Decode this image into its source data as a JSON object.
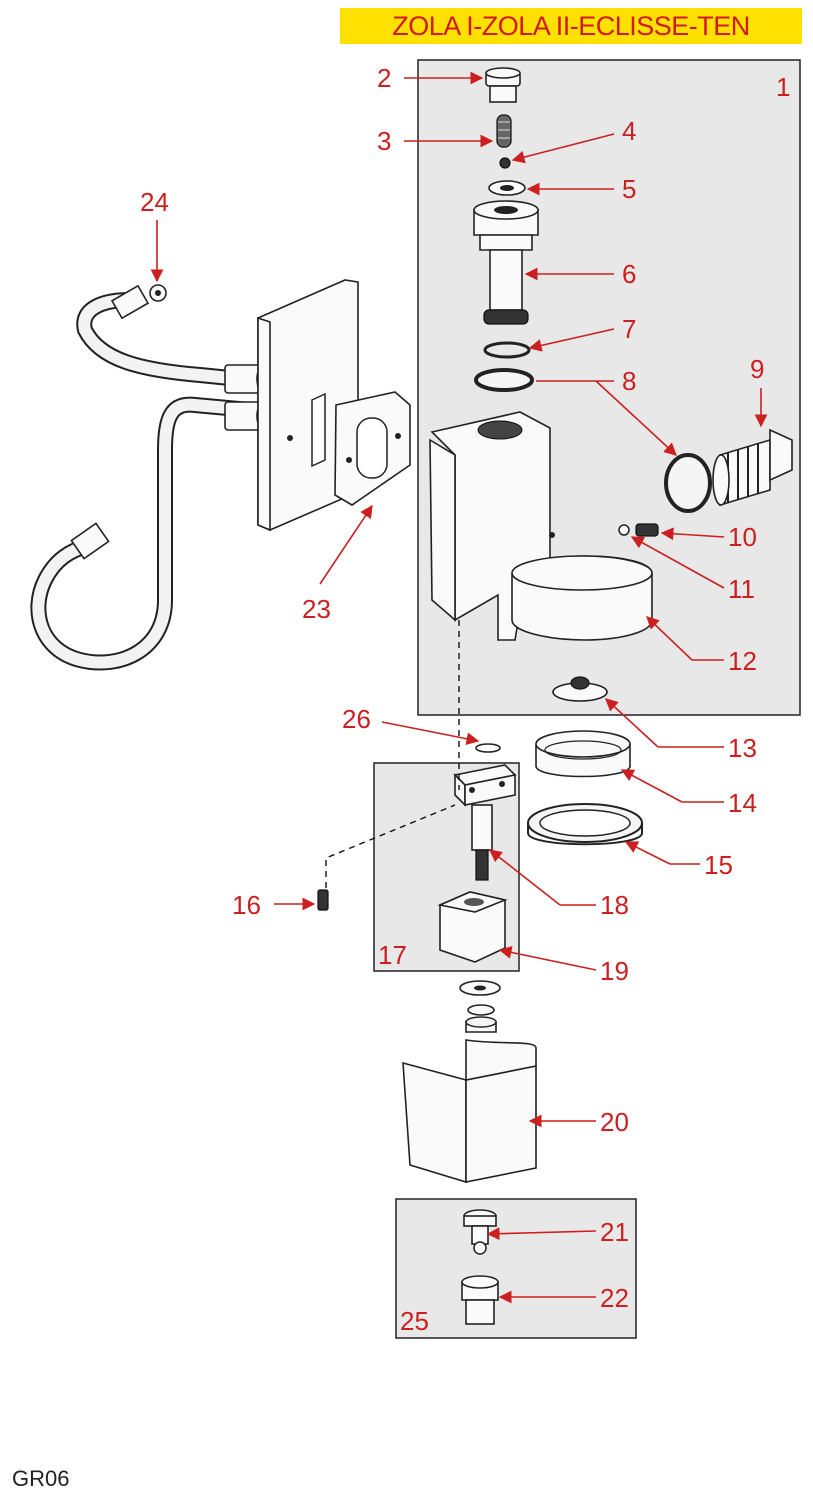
{
  "title": "ZOLA I-ZOLA II-ECLISSE-TEN",
  "diagram_code": "GR06",
  "colors": {
    "label": "#cc1f1f",
    "banner_bg": "#ffe100",
    "panel_bg": "#e8e8e8"
  },
  "labels": {
    "l1": "1",
    "l2": "2",
    "l3": "3",
    "l4": "4",
    "l5": "5",
    "l6": "6",
    "l7": "7",
    "l8": "8",
    "l9": "9",
    "l10": "10",
    "l11": "11",
    "l12": "12",
    "l13": "13",
    "l14": "14",
    "l15": "15",
    "l16": "16",
    "l17": "17",
    "l18": "18",
    "l19": "19",
    "l20": "20",
    "l21": "21",
    "l22": "22",
    "l23": "23",
    "l24": "24",
    "l25": "25",
    "l26": "26"
  }
}
